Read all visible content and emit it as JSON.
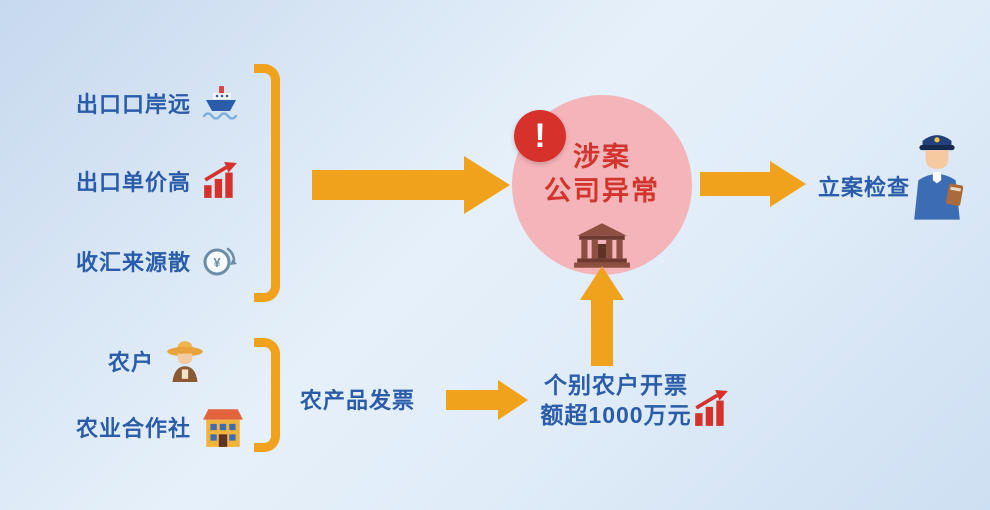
{
  "colors": {
    "background_start": "#c7d9ee",
    "background_end": "#cddff2",
    "text_blue": "#2a5caa",
    "arrow_orange": "#f0a21c",
    "alert_red": "#d6312b",
    "circle_pink": "#f3b5b9",
    "center_text_red": "#d2342e"
  },
  "top_group": {
    "items": [
      {
        "label": "出口口岸远",
        "icon": "ship-icon"
      },
      {
        "label": "出口单价高",
        "icon": "trend-up-chart-icon"
      },
      {
        "label": "收汇来源散",
        "icon": "yen-coin-icon"
      }
    ]
  },
  "center_node": {
    "alert_glyph": "!",
    "title_line1": "涉案",
    "title_line2": "公司异常",
    "icon": "company-building-icon"
  },
  "outcome": {
    "label": "立案检查",
    "icon": "police-officer-icon"
  },
  "bottom_group": {
    "items": [
      {
        "label": "农户",
        "icon": "farmer-icon"
      },
      {
        "label": "农业合作社",
        "icon": "cooperative-building-icon"
      }
    ],
    "invoice_label": "农产品发票"
  },
  "bottom_finding": {
    "line1": "个别农户开票",
    "line2": "额超1000万元",
    "icon": "trend-up-chart-icon"
  },
  "icons": {
    "yen_glyph": "¥"
  }
}
